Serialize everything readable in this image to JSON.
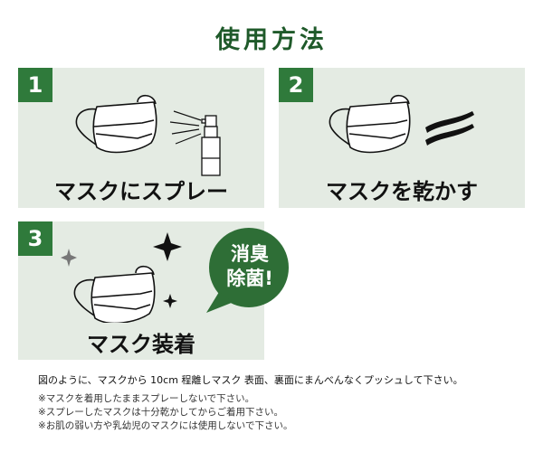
{
  "title": "使用方法",
  "steps": [
    {
      "number": "1",
      "caption": "マスクにスプレー"
    },
    {
      "number": "2",
      "caption": "マスクを乾かす"
    },
    {
      "number": "3",
      "caption": "マスク装着"
    }
  ],
  "bubble": {
    "line1": "消臭",
    "line2": "除菌!"
  },
  "instruction": "図のように、マスクから 10cm 程離しマスク 表面、裏面にまんべんなくプッシュして下さい。",
  "notes": [
    "※マスクを着用したままスプレーしないで下さい。",
    "※スプレーしたマスクは十分乾かしてからご着用下さい。",
    "※お肌の弱い方や乳幼児のマスクには使用しないで下さい。"
  ],
  "colors": {
    "accent": "#2f7a3b",
    "panel": "#e4ebe3"
  }
}
